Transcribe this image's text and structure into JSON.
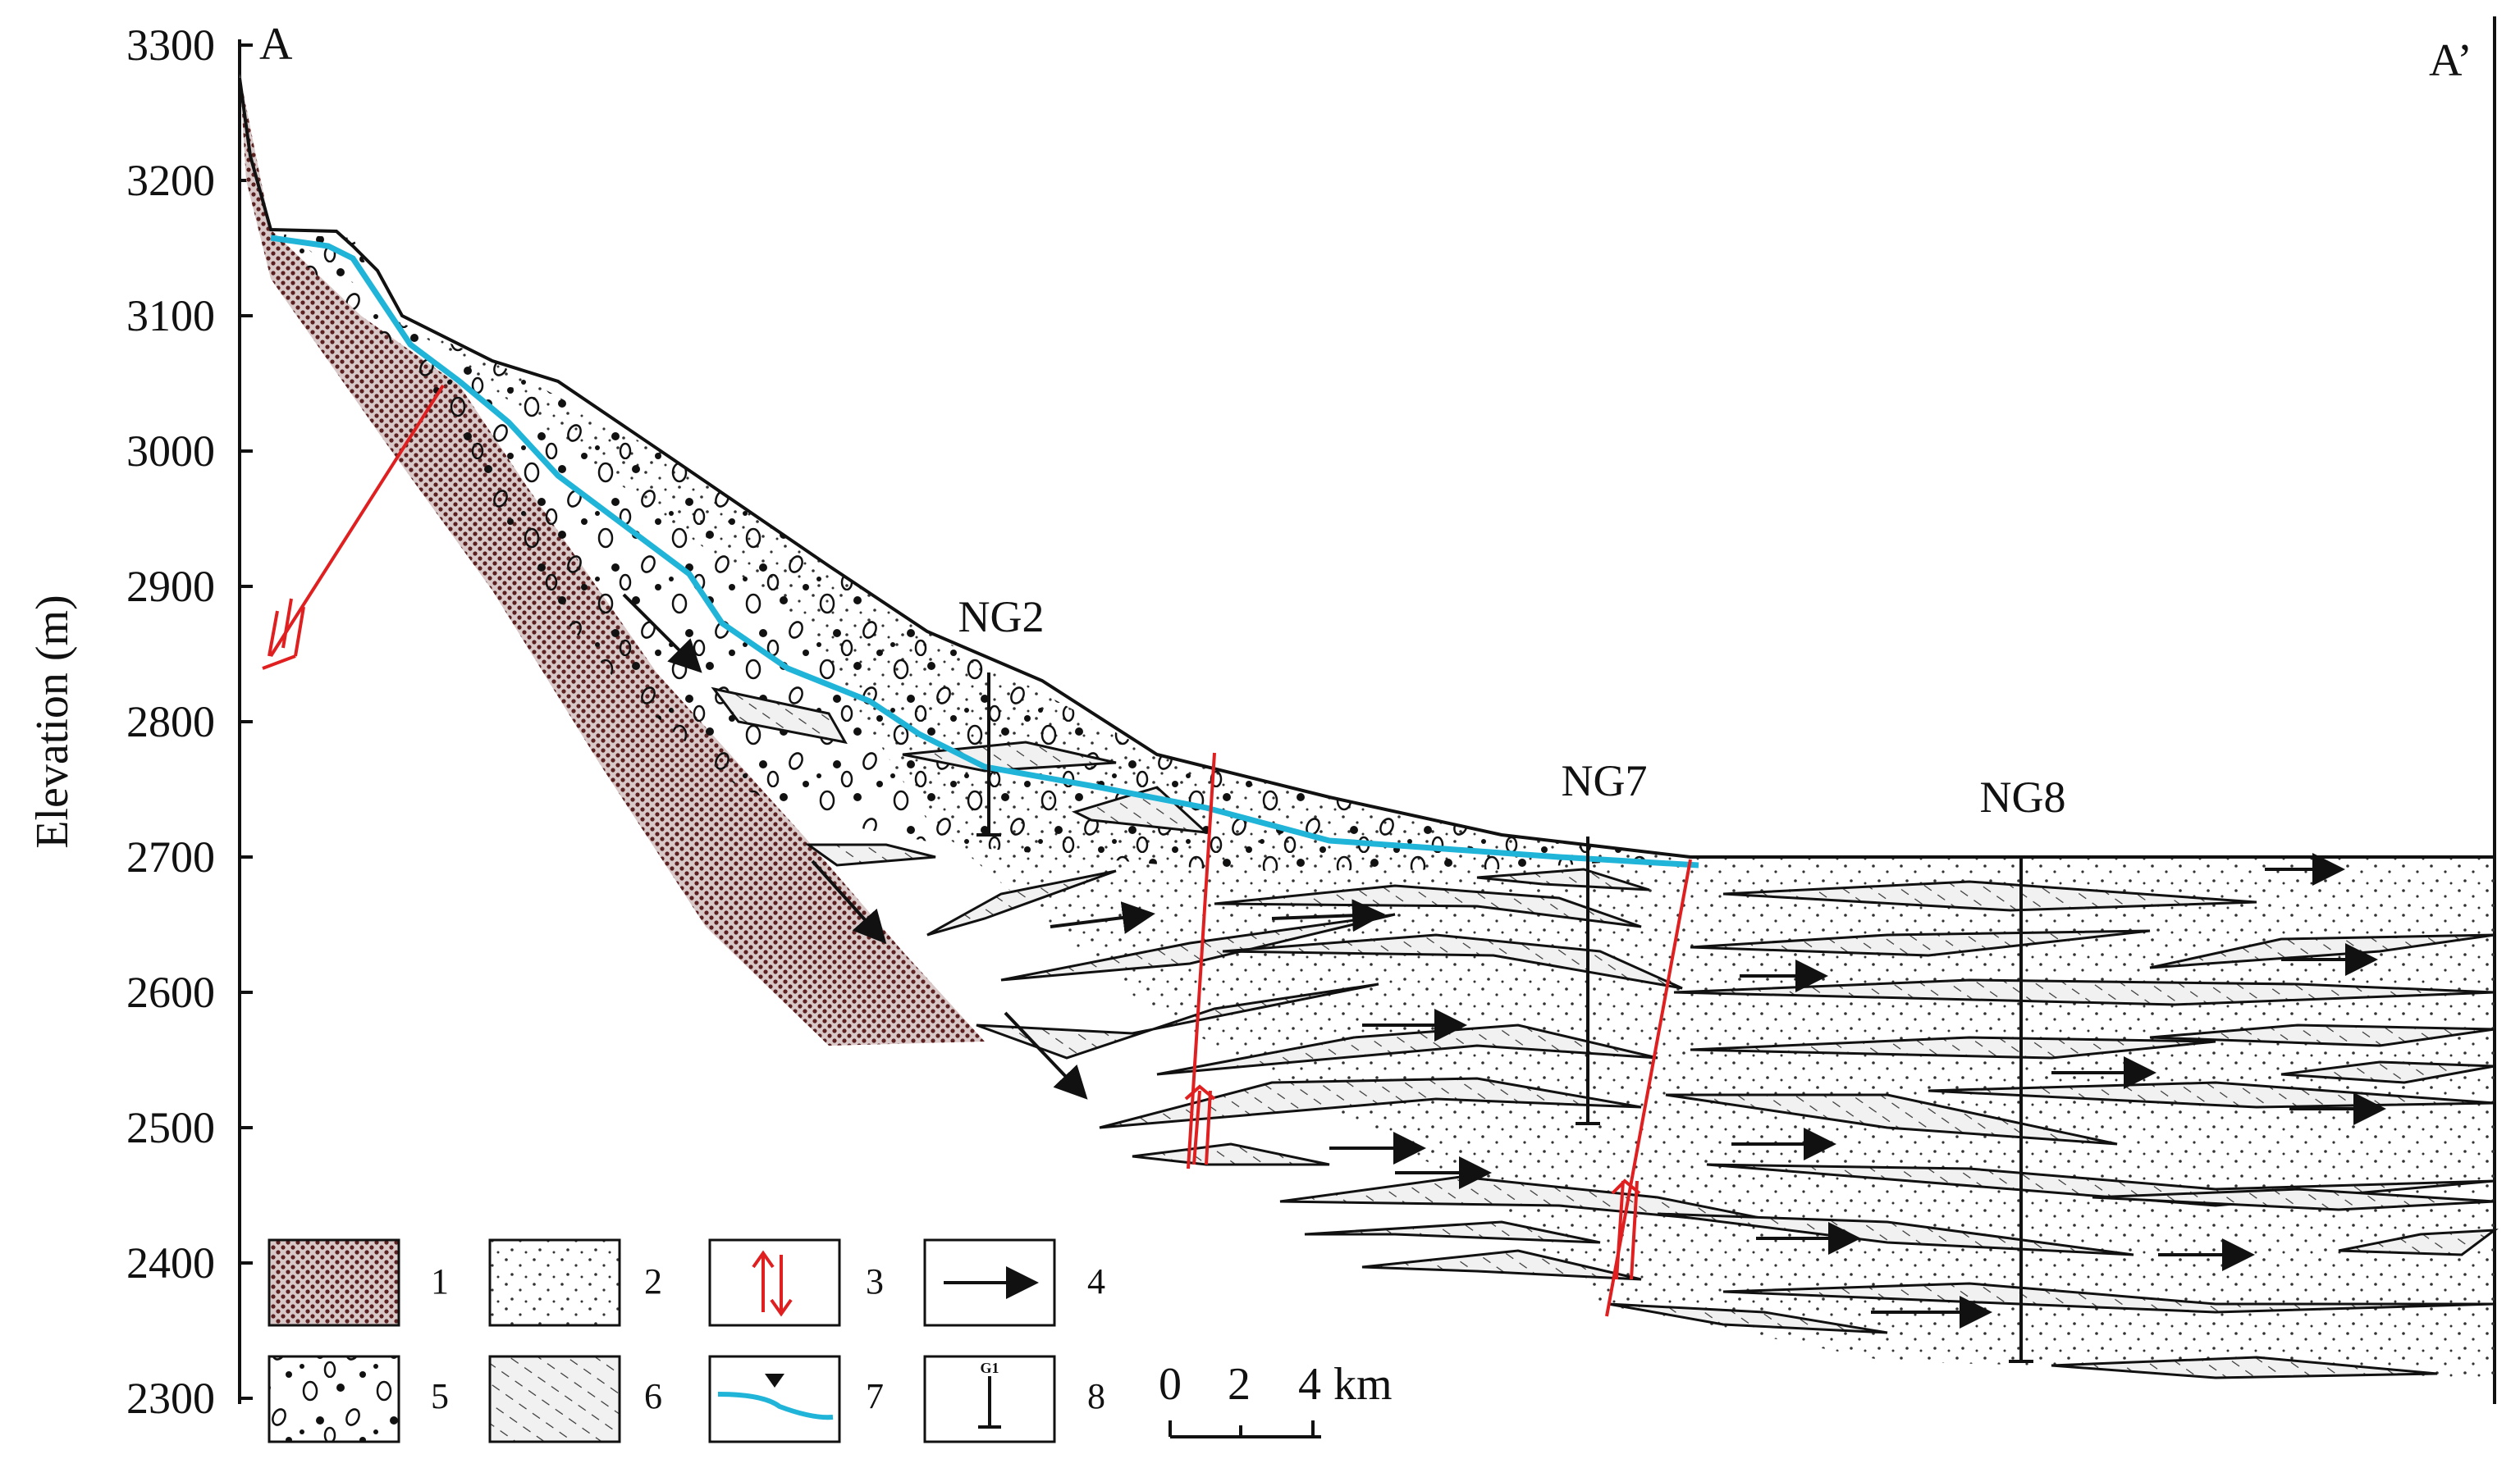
{
  "figure": {
    "y_axis": {
      "label": "Elevation (m)",
      "ticks": [
        "3300",
        "3200",
        "3100",
        "3000",
        "2900",
        "2800",
        "2700",
        "2600",
        "2500",
        "2400",
        "2300"
      ]
    },
    "section_start": "A",
    "section_end": "A’",
    "wells": [
      "NG2",
      "NG7",
      "NG8"
    ],
    "legend": [
      {
        "num": "1",
        "pattern": "dense-dotted-brown"
      },
      {
        "num": "2",
        "pattern": "sparse-dots"
      },
      {
        "num": "3",
        "pattern": "fault-arrows-red"
      },
      {
        "num": "4",
        "pattern": "flow-arrow"
      },
      {
        "num": "5",
        "pattern": "gravel-circles-dots"
      },
      {
        "num": "6",
        "pattern": "hatched"
      },
      {
        "num": "7",
        "pattern": "water-table-blue"
      },
      {
        "num": "8",
        "pattern": "borehole"
      }
    ],
    "legend_well_symbol_label": "G1",
    "scale_bar": {
      "ticks": [
        "0",
        "2",
        "4"
      ],
      "unit": "km"
    },
    "colors": {
      "fault": "#e02020",
      "water_table": "#1fb4d8",
      "unit1": "#6b2a2a",
      "ink": "#111111"
    }
  }
}
